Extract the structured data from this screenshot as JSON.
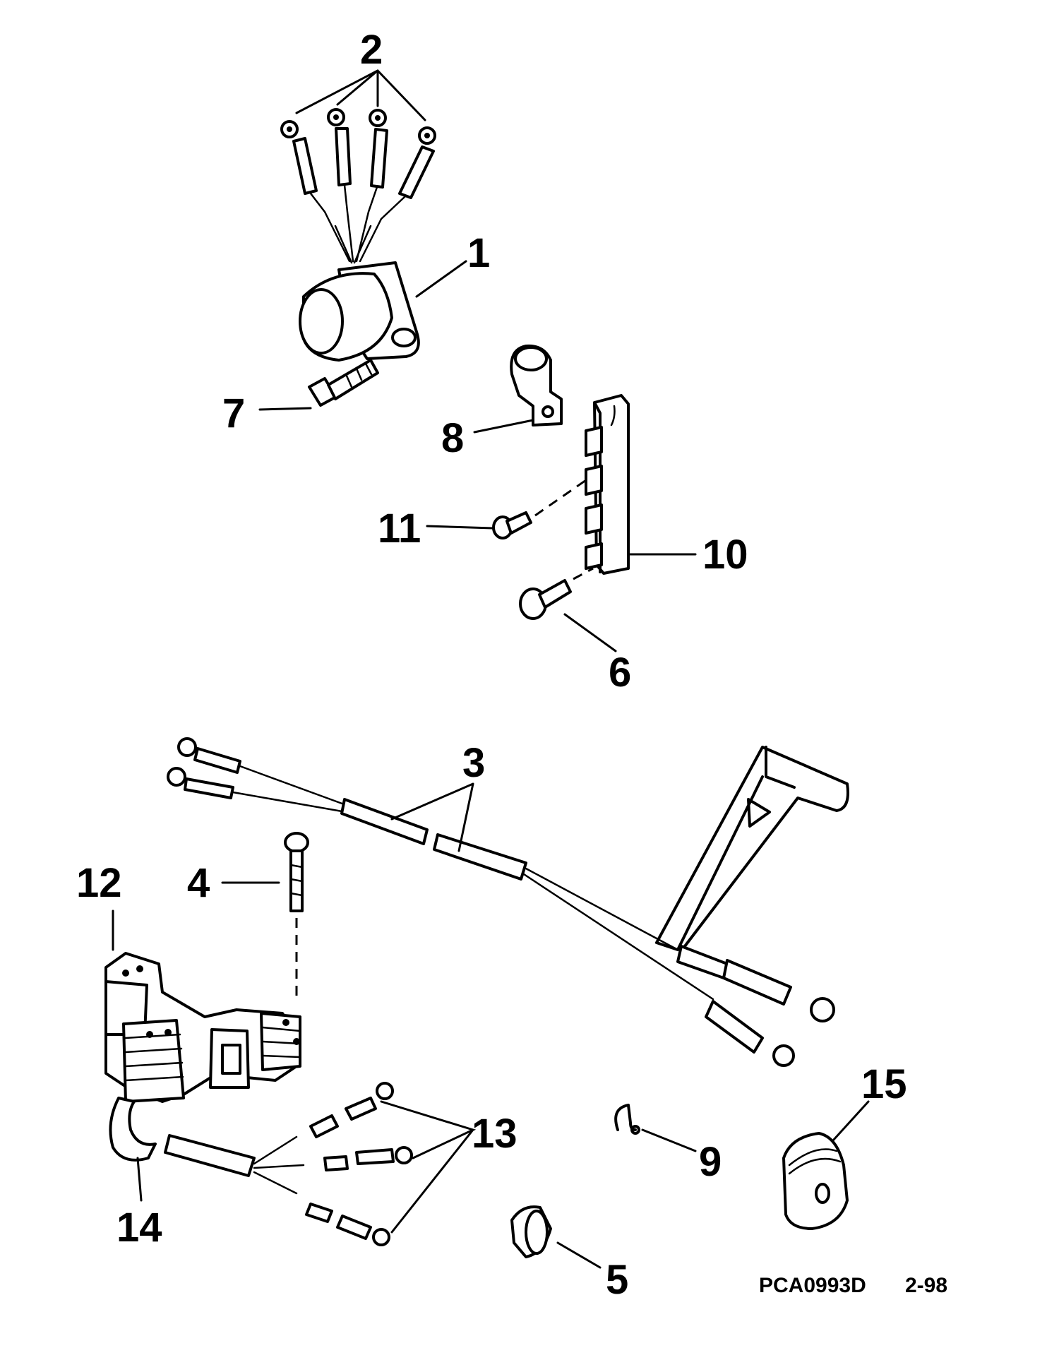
{
  "callouts": [
    "1",
    "2",
    "3",
    "4",
    "5",
    "6",
    "7",
    "8",
    "9",
    "10",
    "11",
    "12",
    "13",
    "14",
    "15"
  ],
  "figure_ref": {
    "code": "PCA0993D",
    "date": "2-98"
  }
}
